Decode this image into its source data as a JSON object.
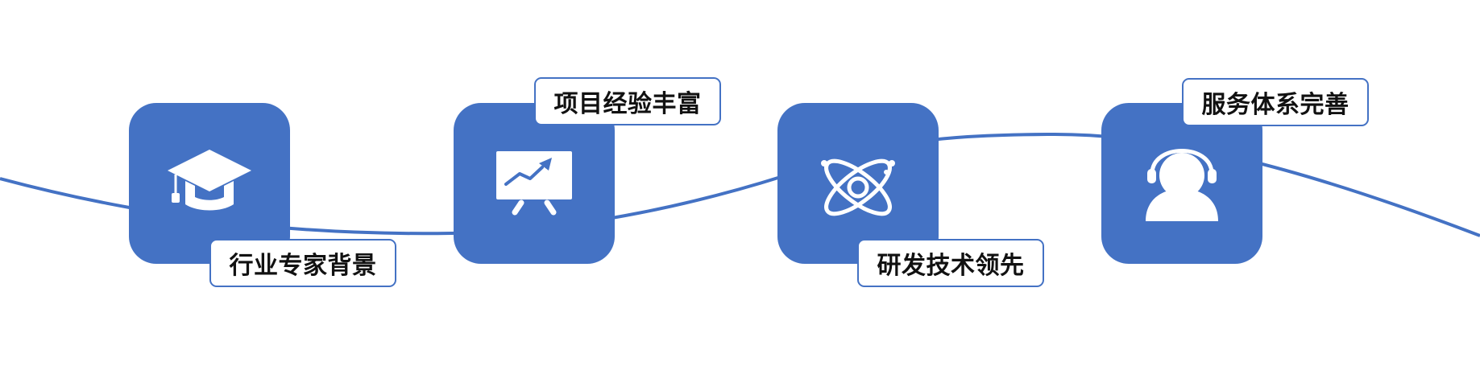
{
  "colors": {
    "accent": "#4472c4",
    "label_border": "#4472c4",
    "icon": "#ffffff",
    "label_text": "#111111"
  },
  "steps": [
    {
      "label": "行业专家背景",
      "icon": "graduation-cap-icon"
    },
    {
      "label": "项目经验丰富",
      "icon": "presentation-chart-icon"
    },
    {
      "label": "研发技术领先",
      "icon": "atom-icon"
    },
    {
      "label": "服务体系完善",
      "icon": "headset-user-icon"
    }
  ]
}
